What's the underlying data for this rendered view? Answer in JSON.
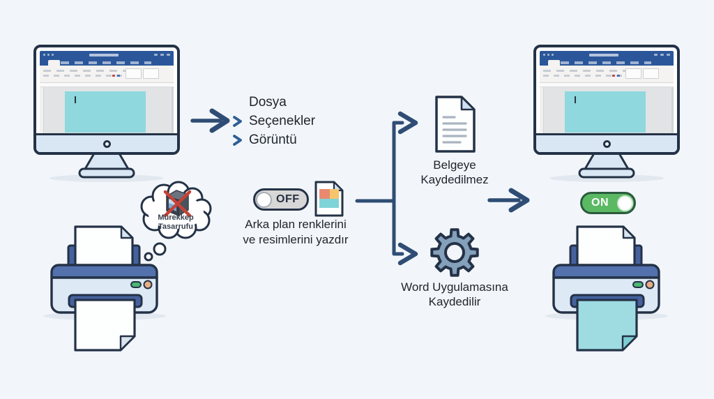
{
  "diagram": {
    "menu_path": {
      "step1": "Dosya",
      "step2": "Seçenekler",
      "step3": "Görüntü"
    },
    "thought_bubble": {
      "line1": "Mürekkep",
      "line2": "Tasarrufu"
    },
    "toggle_before": {
      "label": "OFF",
      "state": "off"
    },
    "setting_label": {
      "line1": "Arka plan renklerini",
      "line2": "ve resimlerini yazdır"
    },
    "outcome_document": {
      "line1": "Belgeye",
      "line2": "Kaydedilmez"
    },
    "outcome_application": {
      "line1": "Word Uygulamasına",
      "line2": "Kaydedilir"
    },
    "toggle_after": {
      "label": "ON",
      "state": "on"
    }
  },
  "icons": [
    "monitor-word-icon",
    "printer-icon",
    "thought-bubble-icon",
    "ink-cartridge-icon",
    "red-cross-icon",
    "chevron-right-icon",
    "arrow-right-icon",
    "toggle-off-icon",
    "image-document-icon",
    "document-icon",
    "gear-icon",
    "toggle-on-icon"
  ],
  "colors": {
    "background": "#f2f6fa",
    "outline": "#243247",
    "arrow": "#2f4d74",
    "chevron": "#2e5e97",
    "word_titlebar": "#2b579a",
    "page_teal": "#8ed8de",
    "toggle_off_track": "#d7d7d7",
    "toggle_on_track": "#5bb964",
    "printer_band": "#5271ad",
    "printer_body": "#dde9f5",
    "printed_page": "#9edce2",
    "image_orange": "#e98a70",
    "image_yellow": "#f6c56b",
    "image_teal": "#7fd4d9",
    "red_cross": "#c44237",
    "text": "#20262e"
  }
}
